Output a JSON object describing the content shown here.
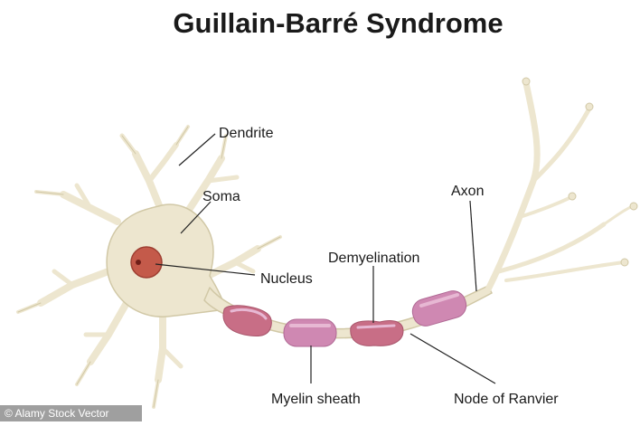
{
  "title": "Guillain-Barré Syndrome",
  "labels": {
    "dendrite": "Dendrite",
    "soma": "Soma",
    "nucleus": "Nucleus",
    "demyelination": "Demyelination",
    "axon": "Axon",
    "myelin_sheath": "Myelin sheath",
    "node_of_ranvier": "Node of Ranvier"
  },
  "watermark": "© Alamy Stock Vector",
  "colors": {
    "cell_fill": "#ede6cf",
    "cell_stroke": "#d1c8a6",
    "myelin_fill": "#cf88b2",
    "myelin_light": "#e7b8d3",
    "demyelinated_fill": "#c86e86",
    "nucleus_fill": "#c45a4a",
    "nucleolus_fill": "#6e1e18",
    "leader_line": "#222222"
  }
}
